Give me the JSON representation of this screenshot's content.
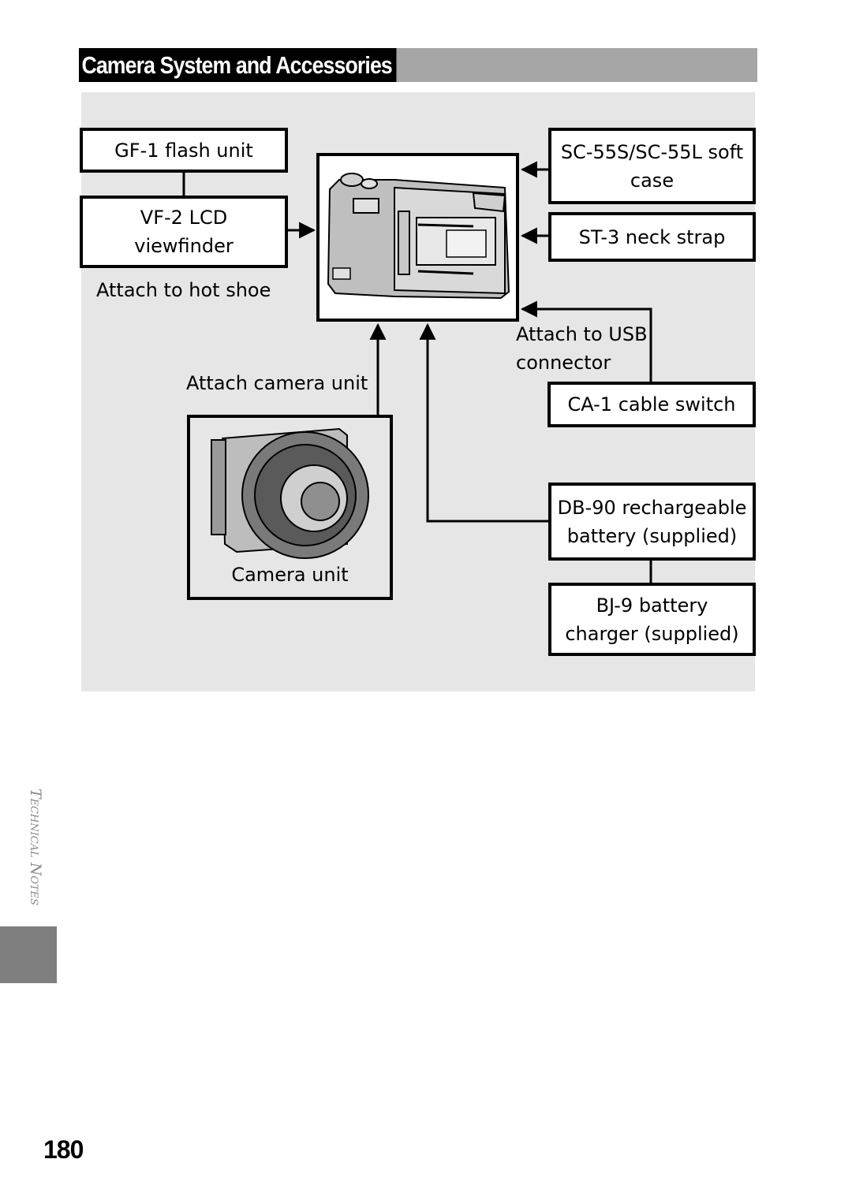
{
  "header": {
    "title": "Camera System and Accessories"
  },
  "diagram": {
    "gf1_flash": "GF-1 flash unit",
    "vf2_line1": "VF-2 LCD",
    "vf2_line2": "viewfinder",
    "attach_hot_shoe": "Attach to hot shoe",
    "soft_case_line1": "SC-55S/SC-55L soft",
    "soft_case_line2": "case",
    "neck_strap": "ST-3 neck strap",
    "usb_line1": "Attach to USB",
    "usb_line2": "connector",
    "cable_switch": "CA-1 cable switch",
    "attach_camera_unit": "Attach camera unit",
    "camera_unit": "Camera unit",
    "battery_line1": "DB-90 rechargeable",
    "battery_line2": "battery (supplied)",
    "charger_line1": "BJ-9 battery",
    "charger_line2": "charger (supplied)"
  },
  "sidebar": {
    "section_label": "Technical Notes"
  },
  "footer": {
    "page_number": "180"
  },
  "colors": {
    "title_bar": "#a6a6a6",
    "panel": "#e6e6e6",
    "side_tab": "#7f7f7f"
  }
}
